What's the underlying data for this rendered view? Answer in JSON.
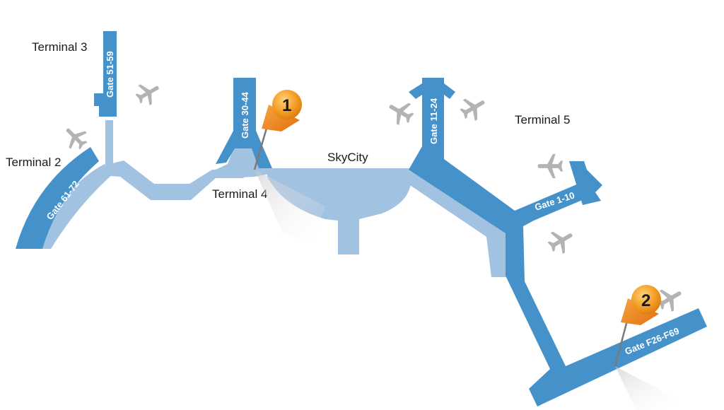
{
  "colors": {
    "gate_blue": "#4592cb",
    "concourse_light": "#a2c2e2",
    "plane_gray": "#b3b3b3",
    "pin_orange": "#f0901e",
    "text": "#1a1a1a"
  },
  "terminals": [
    {
      "id": "t2",
      "label": "Terminal 2"
    },
    {
      "id": "t3",
      "label": "Terminal 3"
    },
    {
      "id": "t4",
      "label": "Terminal 4"
    },
    {
      "id": "t5",
      "label": "Terminal 5"
    },
    {
      "id": "skycity",
      "label": "SkyCity"
    }
  ],
  "gates": [
    {
      "id": "gate-61-72",
      "label": "Gate 61-72"
    },
    {
      "id": "gate-51-59",
      "label": "Gate 51-59"
    },
    {
      "id": "gate-30-44",
      "label": "Gate 30-44"
    },
    {
      "id": "gate-11-24",
      "label": "Gate 11-24"
    },
    {
      "id": "gate-1-10",
      "label": "Gate 1-10"
    },
    {
      "id": "gate-f26-f69",
      "label": "Gate F26-F69"
    }
  ],
  "markers": [
    {
      "id": "pin-1",
      "number": "1"
    },
    {
      "id": "pin-2",
      "number": "2"
    }
  ],
  "icons": [
    "airplane-icon",
    "map-pin-icon"
  ]
}
